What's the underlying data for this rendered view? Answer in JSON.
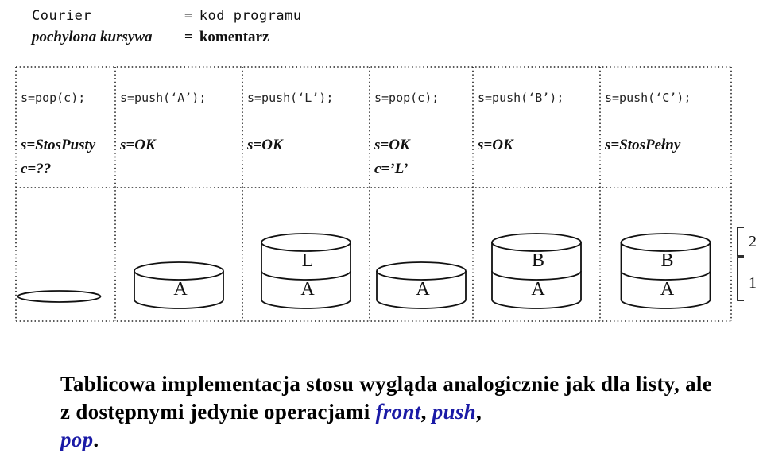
{
  "legend": {
    "code_key": "Courier",
    "code_sep": "=",
    "code_value": "kod programu",
    "comment_key": "pochylona kursywa",
    "comment_sep": "=",
    "comment_value": "komentarz"
  },
  "steps": [
    {
      "op": "s=pop(c);",
      "result": [
        "s=StosPusty",
        "c=??"
      ],
      "stack": []
    },
    {
      "op": "s=push(‘A’);",
      "result": [
        "s=OK"
      ],
      "stack": [
        "A"
      ]
    },
    {
      "op": "s=push(‘L’);",
      "result": [
        "s=OK"
      ],
      "stack": [
        "A",
        "L"
      ]
    },
    {
      "op": "s=pop(c);",
      "result": [
        "s=OK",
        "c=’L’"
      ],
      "stack": [
        "A"
      ]
    },
    {
      "op": "s=push(‘B’);",
      "result": [
        "s=OK"
      ],
      "stack": [
        "A",
        "B"
      ]
    },
    {
      "op": "s=push(‘C’);",
      "result": [
        "s=StosPełny"
      ],
      "stack": [
        "A",
        "B"
      ]
    }
  ],
  "capacity_labels": [
    "2",
    "1"
  ],
  "caption": {
    "text": "Tablicowa implementacja stosu wygląda analogicznie jak dla listy, ale z dostępnymi jedynie operacjami ",
    "op1": "front",
    "sep1": ", ",
    "op2": "push",
    "sep2": ",",
    "op3": "pop",
    "end": "."
  }
}
